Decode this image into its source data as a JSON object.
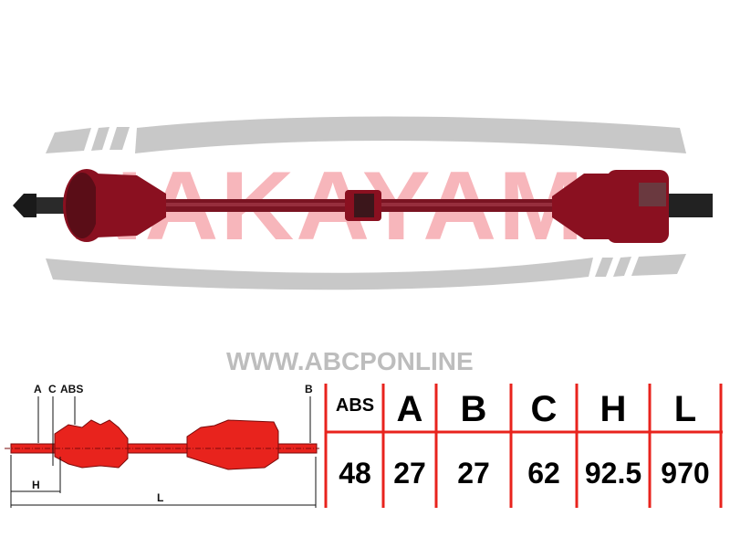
{
  "brand": {
    "logo_text": "NAKAYAMA",
    "watermark": "WWW.ABCPONLINE"
  },
  "diagram": {
    "labels": {
      "a": "A",
      "c": "C",
      "abs": "ABS",
      "b": "B",
      "h": "H",
      "l": "L"
    }
  },
  "specs": {
    "headers": [
      "ABS",
      "A",
      "B",
      "C",
      "H",
      "L"
    ],
    "values": [
      "48",
      "27",
      "27",
      "62",
      "92.5",
      "970"
    ]
  },
  "colors": {
    "accent": "#e8231d",
    "logo_pink": "#f7b6bb",
    "shaft": "#8a1020",
    "arc_gray": "#c8c8c8"
  }
}
